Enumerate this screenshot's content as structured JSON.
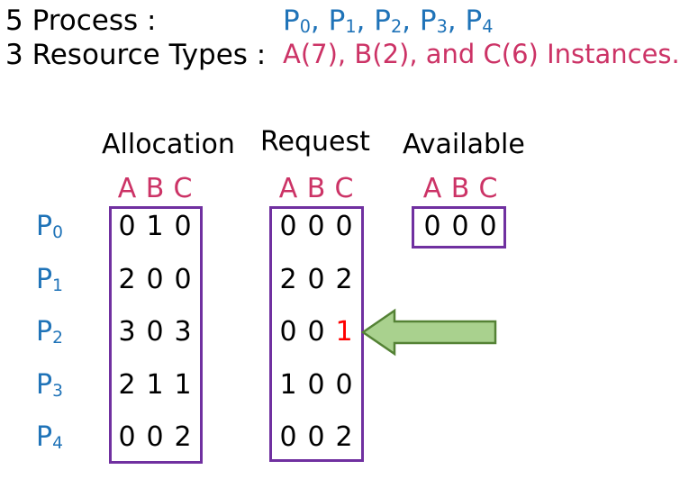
{
  "header": {
    "process_label": "5 Process :",
    "process_list": [
      "P",
      "0",
      ", P",
      "1",
      ", P",
      "2",
      ", P",
      "3",
      ", P",
      "4"
    ],
    "resource_label": "3 Resource Types :",
    "resource_list": "A(7), B(2), and C(6) Instances."
  },
  "columns": {
    "allocation": "Allocation",
    "request": "Request",
    "available": "Available",
    "letters": [
      "A",
      "B",
      "C"
    ]
  },
  "processes": [
    {
      "name": "P",
      "sub": "0"
    },
    {
      "name": "P",
      "sub": "1"
    },
    {
      "name": "P",
      "sub": "2"
    },
    {
      "name": "P",
      "sub": "3"
    },
    {
      "name": "P",
      "sub": "4"
    }
  ],
  "allocation": [
    [
      "0",
      "1",
      "0"
    ],
    [
      "2",
      "0",
      "0"
    ],
    [
      "3",
      "0",
      "3"
    ],
    [
      "2",
      "1",
      "1"
    ],
    [
      "0",
      "0",
      "2"
    ]
  ],
  "request": [
    [
      "0",
      "0",
      "0"
    ],
    [
      "2",
      "0",
      "2"
    ],
    [
      "0",
      "0",
      "1"
    ],
    [
      "1",
      "0",
      "0"
    ],
    [
      "0",
      "0",
      "2"
    ]
  ],
  "available": [
    "0",
    "0",
    "0"
  ],
  "colors": {
    "process_blue": "#1f73b8",
    "resource_pink": "#cc3366",
    "box_purple": "#7030a0",
    "highlight_red": "#ff0000",
    "arrow_fill": "#a9d18e",
    "arrow_stroke": "#548235"
  },
  "highlight": {
    "row": 2,
    "col": 2
  }
}
